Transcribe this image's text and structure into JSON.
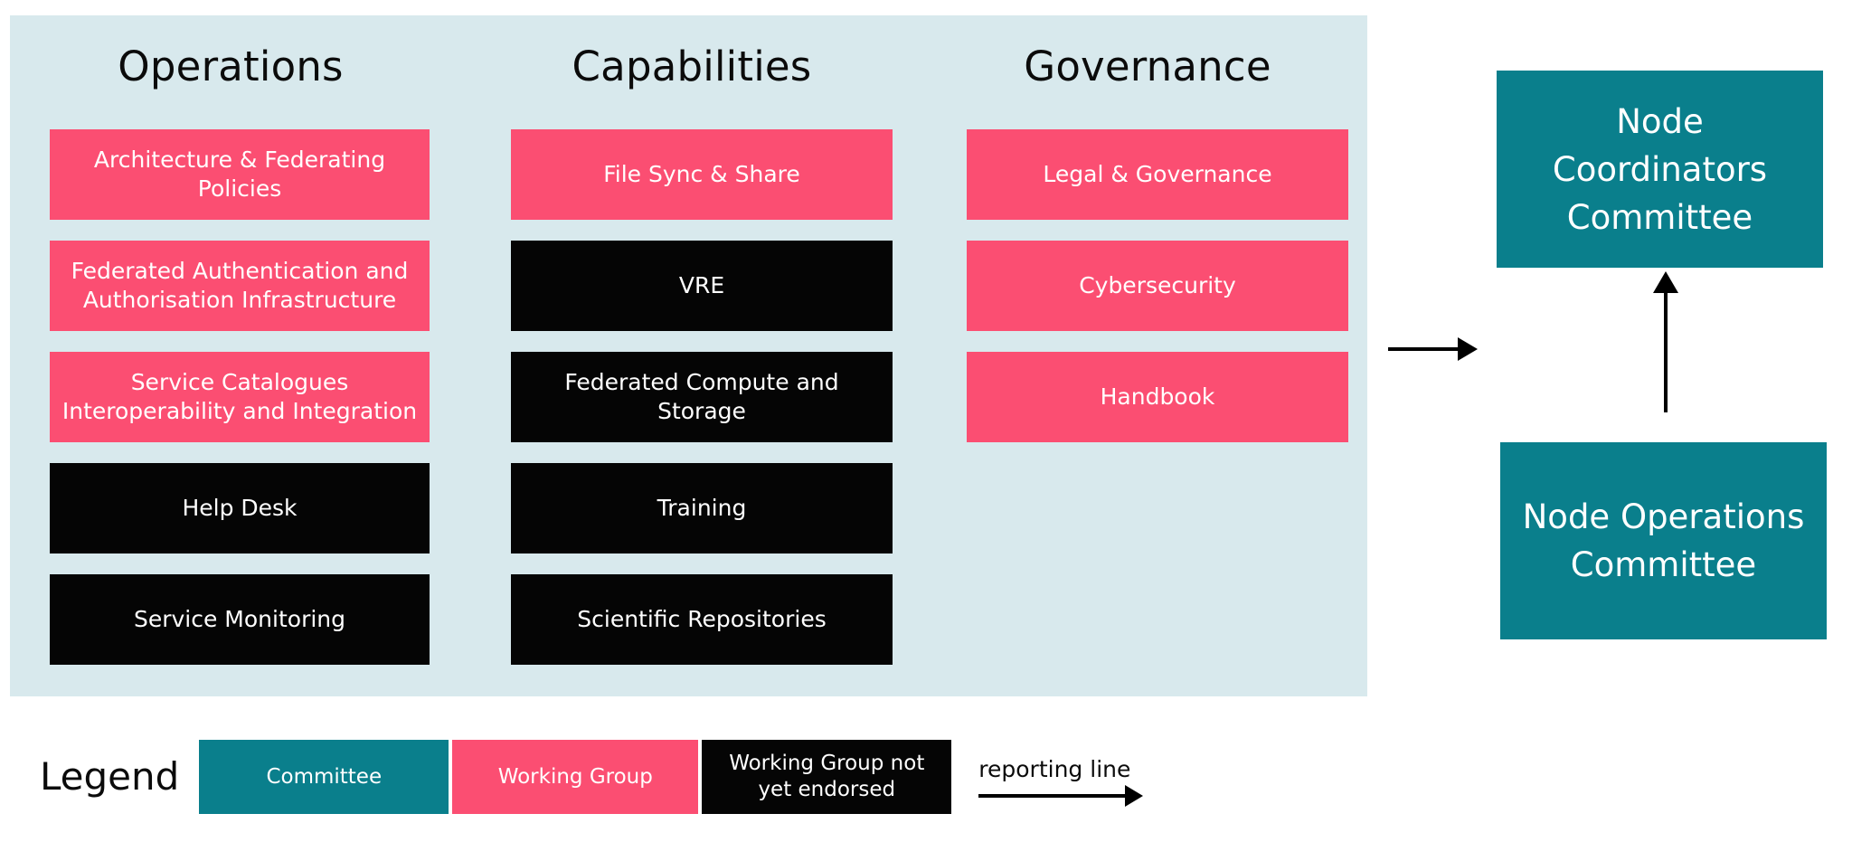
{
  "colors": {
    "panel_background": "#d8e9ed",
    "working_group": "#fb4e72",
    "working_group_not_endorsed": "#050505",
    "committee": "#0a7f8c",
    "arrow": "#000000",
    "text_on_fill": "#ffffff",
    "text_dark": "#0b0b0b"
  },
  "matrix": {
    "columns": [
      {
        "title": "Operations",
        "boxes": [
          {
            "label": "Architecture & Federating Policies",
            "type": "working-group"
          },
          {
            "label": "Federated Authentication and Authorisation Infrastructure",
            "type": "working-group"
          },
          {
            "label": "Service Catalogues Interoperability and Integration",
            "type": "working-group"
          },
          {
            "label": "Help Desk",
            "type": "working-group-not-endorsed"
          },
          {
            "label": "Service Monitoring",
            "type": "working-group-not-endorsed"
          }
        ]
      },
      {
        "title": "Capabilities",
        "boxes": [
          {
            "label": "File Sync & Share",
            "type": "working-group"
          },
          {
            "label": "VRE",
            "type": "working-group-not-endorsed"
          },
          {
            "label": "Federated Compute and Storage",
            "type": "working-group-not-endorsed"
          },
          {
            "label": "Training",
            "type": "working-group-not-endorsed"
          },
          {
            "label": "Scientific Repositories",
            "type": "working-group-not-endorsed"
          }
        ]
      },
      {
        "title": "Governance",
        "boxes": [
          {
            "label": "Legal & Governance",
            "type": "working-group"
          },
          {
            "label": "Cybersecurity",
            "type": "working-group"
          },
          {
            "label": "Handbook",
            "type": "working-group"
          }
        ]
      }
    ]
  },
  "committees": {
    "node_coordinators": "Node Coordinators Committee",
    "node_operations": "Node Operations Committee"
  },
  "arrows": {
    "matrix_to_committee": "reporting-arrow-right",
    "operations_to_coordinators": "reporting-arrow-up"
  },
  "legend": {
    "title": "Legend",
    "items": [
      {
        "label": "Committee",
        "type": "committee"
      },
      {
        "label": "Working Group",
        "type": "working-group"
      },
      {
        "label": "Working Group not yet endorsed",
        "type": "working-group-not-endorsed"
      }
    ],
    "reporting_line_label": "reporting line"
  }
}
